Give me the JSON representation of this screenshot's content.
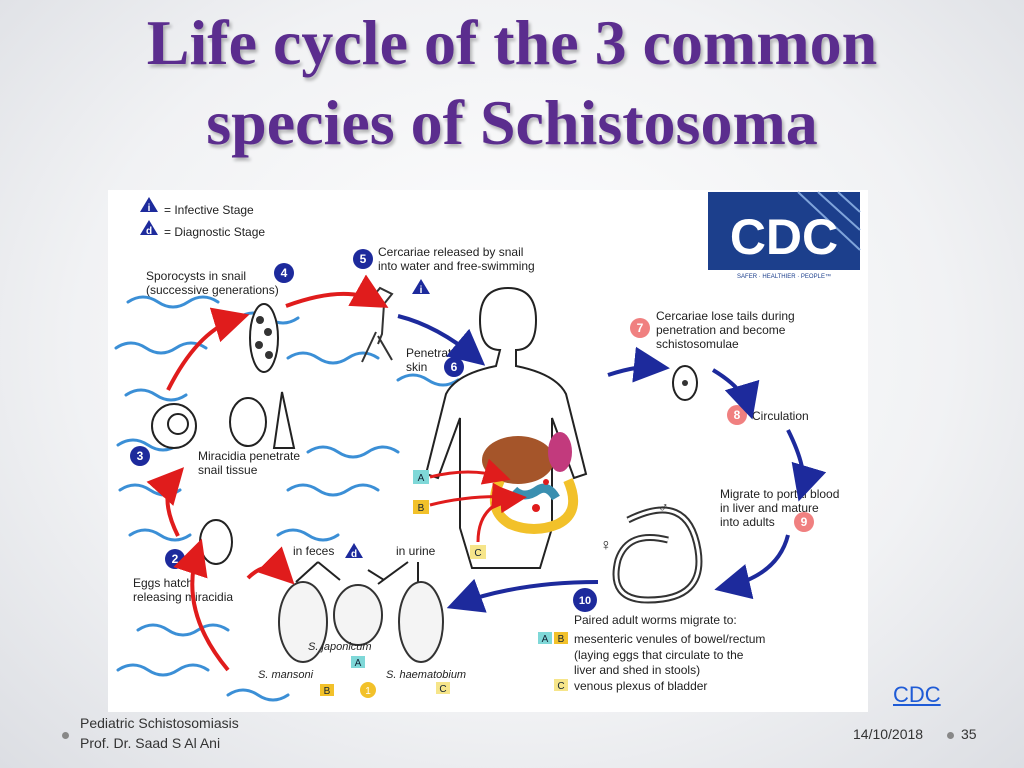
{
  "slide": {
    "title_line1": "Life cycle of the 3 common",
    "title_line2": "species of Schistosoma",
    "source_link": "CDC",
    "footer_course": "Pediatric Schistosomiasis",
    "footer_author": "Prof. Dr. Saad S Al Ani",
    "footer_date": "14/10/2018",
    "footer_page": "35"
  },
  "diagram": {
    "legend_infective": "= Infective Stage",
    "legend_diagnostic": "= Diagnostic Stage",
    "legend_i": "i",
    "legend_d": "d",
    "logo_text": "CDC",
    "logo_tagline": "SAFER · HEALTHIER · PEOPLE™",
    "stage1": "1",
    "stage2": "2",
    "stage3": "3",
    "stage4": "4",
    "stage5": "5",
    "stage6": "6",
    "stage7": "7",
    "stage8": "8",
    "stage9": "9",
    "stage10": "10",
    "s4_line1": "Sporocysts in snail",
    "s4_line2": "(successive generations)",
    "s5_line1": "Cercariae released by snail",
    "s5_line2": "into water and free-swimming",
    "s6_line1": "Penetrate",
    "s6_line2": "skin",
    "s7_line1": "Cercariae lose tails during",
    "s7_line2": "penetration and become",
    "s7_line3": "schistosomulae",
    "s8": "Circulation",
    "s9_line1": "Migrate to portal blood",
    "s9_line2": "in liver and mature",
    "s9_line3": "into adults",
    "s10_line1": "Paired adult worms migrate to:",
    "s10_line2": "mesenteric venules of bowel/rectum",
    "s10_line3": "(laying eggs that circulate to the",
    "s10_line4": "liver and shed in stools)",
    "s10_line5": "venous plexus of bladder",
    "s3_line1": "Miracidia penetrate",
    "s3_line2": "snail tissue",
    "s2_line1": "Eggs hatch",
    "s2_line2": "releasing miracidia",
    "in_feces": "in feces",
    "in_urine": "in urine",
    "species_mansoni": "S. mansoni",
    "species_japonicum": "S. japonicum",
    "species_haematobium": "S. haematobium",
    "label_a": "A",
    "label_b": "B",
    "label_c": "C",
    "female_symbol": "♀",
    "male_symbol": "♂"
  }
}
